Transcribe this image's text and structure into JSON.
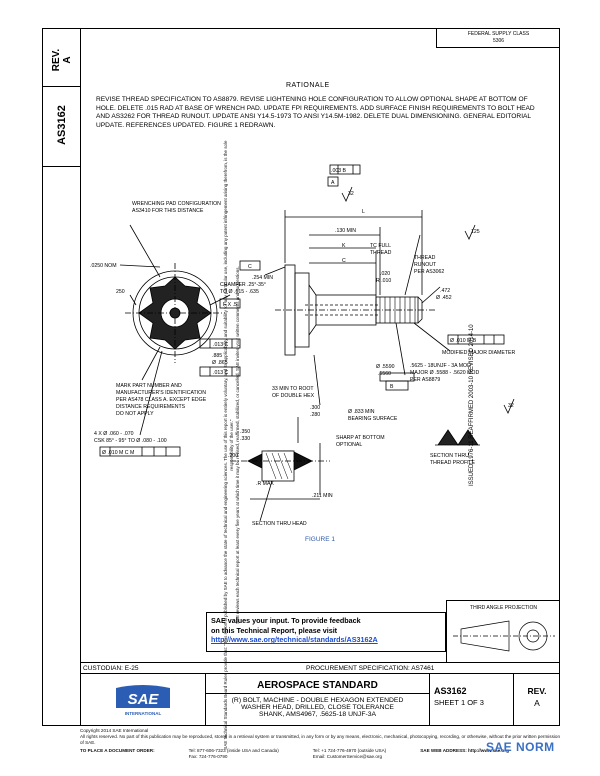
{
  "header": {
    "fedreg_line1": "FEDERAL SUPPLY CLASS",
    "fedreg_line2": "5306",
    "rev_label": "REV.",
    "rev_value": "A",
    "doc_number": "AS3162"
  },
  "side_note": {
    "line1": "SAE Technical Standards Board Rules provide that: \"This report is published by SAE to advance the state of technical and engineering sciences. The use of this report is entirely voluntary, and its applicability and suitability for any particular use, including any patent infringement arising therefrom, is the sole responsibility of the user.\"",
    "line2": "SAE reviews each technical report at least every five years at which time it may be revised, reaffirmed, stabilized, or cancelled. SAE invites your written comments and suggestions."
  },
  "rationale": {
    "title": "RATIONALE",
    "text": "REVISE THREAD SPECIFICATION TO AS8879. REVISE LIGHTENING HOLE CONFIGURATION TO ALLOW OPTIONAL SHAPE AT BOTTOM OF HOLE. DELETE .015 RAD AT BASE OF WRENCH PAD. UPDATE FPI REQUIREMENTS. ADD SURFACE FINISH REQUIREMENTS TO BOLT HEAD AND AS3262 FOR THREAD RUNOUT. UPDATE ANSI Y14.5-1973 TO ANSI Y14.5M-1982. DELETE DUAL DIMENSIONING. GENERAL EDITORIAL UPDATE. REFERENCES UPDATED. FIGURE 1 REDRAWN."
  },
  "drawing": {
    "wrenching_pad": "WRENCHING PAD CONFIGURATION",
    "wrenching_pad2": "AS3410 FOR THIS DISTANCE",
    "dim_0250": ".0250 NOM",
    "dim_c": "C",
    "dim_250": "250",
    "chamfer": "CHAMFER .25°-35°",
    "chamfer2": "TO Ø .615 - .635",
    "f_x": "F X .5",
    "tol_013_c": ".013 C",
    "tol_013_c2": ".013 C",
    "dim_885": ".885",
    "dim_865": "Ø .865",
    "mark_part": "MARK PART NUMBER AND",
    "mark_part2": "MANUFACTURER'S IDENTIFICATION",
    "mark_part3": "PER AS478 CLASS A. EXCEPT EDGE",
    "mark_part4": "DISTANCE REQUIREMENTS",
    "mark_part5": "DO NOT APPLY",
    "holes": "4 X Ø .060 - .070",
    "holes2": "CSK 85° - 95° TO Ø .080 - .100",
    "tol_010": "Ø .010 M C M",
    "l_dim": "L",
    "dim_130": ".130 MIN",
    "k_dim": "K",
    "tc_full": "TC FULL",
    "tc_full2": "THREAD",
    "dim_254": ".254 MIN",
    "thread_runout": "THREAD",
    "thread_runout2": "RUNOUT",
    "thread_runout3": "PER AS3062",
    "r_020": ".020",
    "r_010": "R .010",
    "r_472": ".472",
    "r_452": "Ø .452",
    "mod_major": "MODIFIED MAJOR DIAMETER",
    "thread_spec": ".5625 - 18UNJF - 3A MOD",
    "thread_spec2": "MAJOR Ø .5588 - .5620 MOD",
    "thread_spec3": "PER AS8879",
    "dim_5590": "Ø .5590",
    "dim_5560": ".5560",
    "root_dh": "33 MIN TO ROOT",
    "root_dh2": "OF DOUBLE HEX",
    "dim_300": ".300",
    "dim_280": ".280",
    "bearing": "Ø .833 MIN",
    "bearing2": "BEARING SURFACE",
    "dim_350": ".350",
    "dim_330": ".330",
    "sharp": "SHARP AT BOTTOM",
    "sharp2": "OPTIONAL",
    "dim_200": ".200",
    "r_max": ".R MAX",
    "dim_211": ".211 MIN",
    "section": "SECTION THRU HEAD",
    "section_thru": "SECTION THRU",
    "section_thru2": "THREAD PROFILE",
    "fig_label": "FIGURE 1",
    "datum_a": "A",
    "datum_b": "B",
    "tol_003": ".003 B",
    "tol_32": "32",
    "tol_125": "125",
    "tol_010_b": "Ø .010 M B"
  },
  "feedback": {
    "line1": "SAE values your input. To provide feedback",
    "line2": "on this Technical Report, please visit",
    "link": "http://www.sae.org/technical/standards/AS3162A"
  },
  "angle_projection": "THIRD ANGLE PROJECTION",
  "dates": "ISSUED 1976-11     REAFFIRMED 2003-10     REVISED 2014-10",
  "custodian": "CUSTODIAN: E-25",
  "procurement": "PROCUREMENT SPECIFICATION: AS7461",
  "title_block": {
    "standard": "AEROSPACE STANDARD",
    "desc1": "(R) BOLT, MACHINE - DOUBLE HEXAGON EXTENDED",
    "desc2": "WASHER HEAD, DRILLED, CLOSE TOLERANCE",
    "desc3": "SHANK, AMS4967, .5625-18 UNJF-3A",
    "doc": "AS3162",
    "sheet": "SHEET 1 OF 3",
    "rev_label": "REV.",
    "rev_value": "A",
    "logo_text": "SAE",
    "logo_sub": "INTERNATIONAL"
  },
  "footer": {
    "copyright": "Copyright 2014 SAE International",
    "rights": "All rights reserved. No part of this publication may be reproduced, stored in a retrieval system or transmitted, in any form or by any means, electronic, mechanical, photocopying, recording, or otherwise, without the prior written permission of SAE.",
    "order_label": "TO PLACE A DOCUMENT ORDER:",
    "tel": "Tel: 877-606-7323 (inside USA and Canada)",
    "tel2": "Tel: +1 724-776-4970 (outside USA)",
    "fax": "Fax: 724-776-0790",
    "email": "Email: CustomerService@sae.org",
    "web": "SAE WEB ADDRESS: http://www.sae.org",
    "watermark": "SAE NORM"
  }
}
